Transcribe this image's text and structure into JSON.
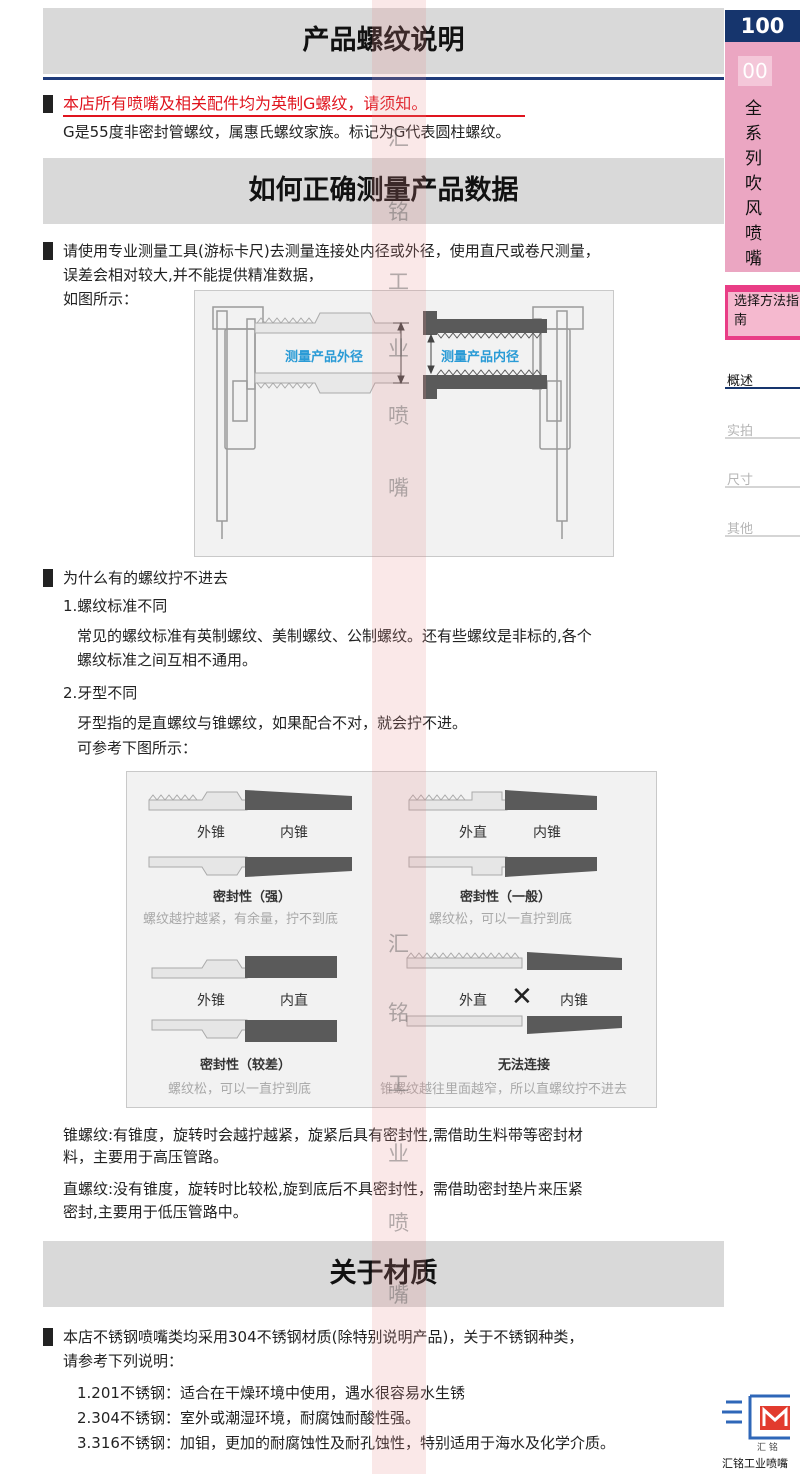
{
  "sidebar": {
    "number": "100",
    "badge": "00",
    "title_chars": [
      "全",
      "系",
      "列",
      "吹",
      "风",
      "喷",
      "嘴"
    ],
    "select_guide": "选择方法指南",
    "nav": [
      "概述",
      "实拍",
      "尺寸",
      "其他"
    ]
  },
  "watermark": [
    "汇",
    "铭",
    "工",
    "业",
    "喷",
    "嘴",
    "汇",
    "铭",
    "工",
    "业",
    "喷",
    "嘴"
  ],
  "section1": {
    "title": "产品螺纹说明",
    "notice": "本店所有喷嘴及相关配件均为英制G螺纹，请须知。",
    "desc": "G是55度非密封管螺纹，属惠氏螺纹家族。标记为G代表圆柱螺纹。"
  },
  "section2": {
    "title": "如何正确测量产品数据",
    "para_line1": "请使用专业测量工具(游标卡尺)去测量连接处内径或外径，使用直尺或卷尺测量，",
    "para_line2": "误差会相对较大,并不能提供精准数据，",
    "para_line3": "如图所示：",
    "fig1_outer": "测量产品外径",
    "fig1_inner": "测量产品内径",
    "why_title": "为什么有的螺纹拧不进去",
    "item1_title": "1.螺纹标准不同",
    "item1_line1": "常见的螺纹标准有英制螺纹、美制螺纹、公制螺纹。还有些螺纹是非标的,各个",
    "item1_line2": "螺纹标准之间互相不通用。",
    "item2_title": "2.牙型不同",
    "item2_line1": "牙型指的是直螺纹与锥螺纹，如果配合不对，就会拧不进。",
    "item2_line2": "可参考下图所示：",
    "fig2": {
      "q1_left": "外锥",
      "q1_right": "内锥",
      "q1_title": "密封性（强）",
      "q1_note": "螺纹越拧越紧，有余量，拧不到底",
      "q2_left": "外直",
      "q2_right": "内锥",
      "q2_title": "密封性（一般）",
      "q2_note": "螺纹松，可以一直拧到底",
      "q3_left": "外锥",
      "q3_right": "内直",
      "q3_title": "密封性（较差）",
      "q3_note": "螺纹松，可以一直拧到底",
      "q4_left": "外直",
      "q4_right": "内锥",
      "q4_mark": "✕",
      "q4_title": "无法连接",
      "q4_note": "锥螺纹越往里面越窄，所以直螺纹拧不进去"
    },
    "taper_line1": "锥螺纹:有锥度，旋转时会越拧越紧，旋紧后具有密封性,需借助生料带等密封材",
    "taper_line2": "料，主要用于高压管路。",
    "straight_line1": "直螺纹:没有锥度，旋转时比较松,旋到底后不具密封性，需借助密封垫片来压紧",
    "straight_line2": "密封,主要用于低压管路中。"
  },
  "section3": {
    "title": "关于材质",
    "para_line1": "本店不锈钢喷嘴类均采用304不锈钢材质(除特别说明产品)，关于不锈钢种类，",
    "para_line2": "请参考下列说明：",
    "item1": "1.201不锈钢：适合在干燥环境中使用，遇水很容易水生锈",
    "item2": "2.304不锈钢：室外或潮湿环境，耐腐蚀耐酸性强。",
    "item3": "3.316不锈钢：加钼，更加的耐腐蚀性及耐孔蚀性，特别适用于海水及化学介质。"
  },
  "logo": {
    "caption": "汇铭工业喷嘴",
    "chars": "汇 铭"
  },
  "colors": {
    "accent_navy": "#16356d",
    "sidebar_pink": "#eba6c2",
    "notice_red": "#e0141e",
    "label_blue": "#2a9bd6"
  }
}
